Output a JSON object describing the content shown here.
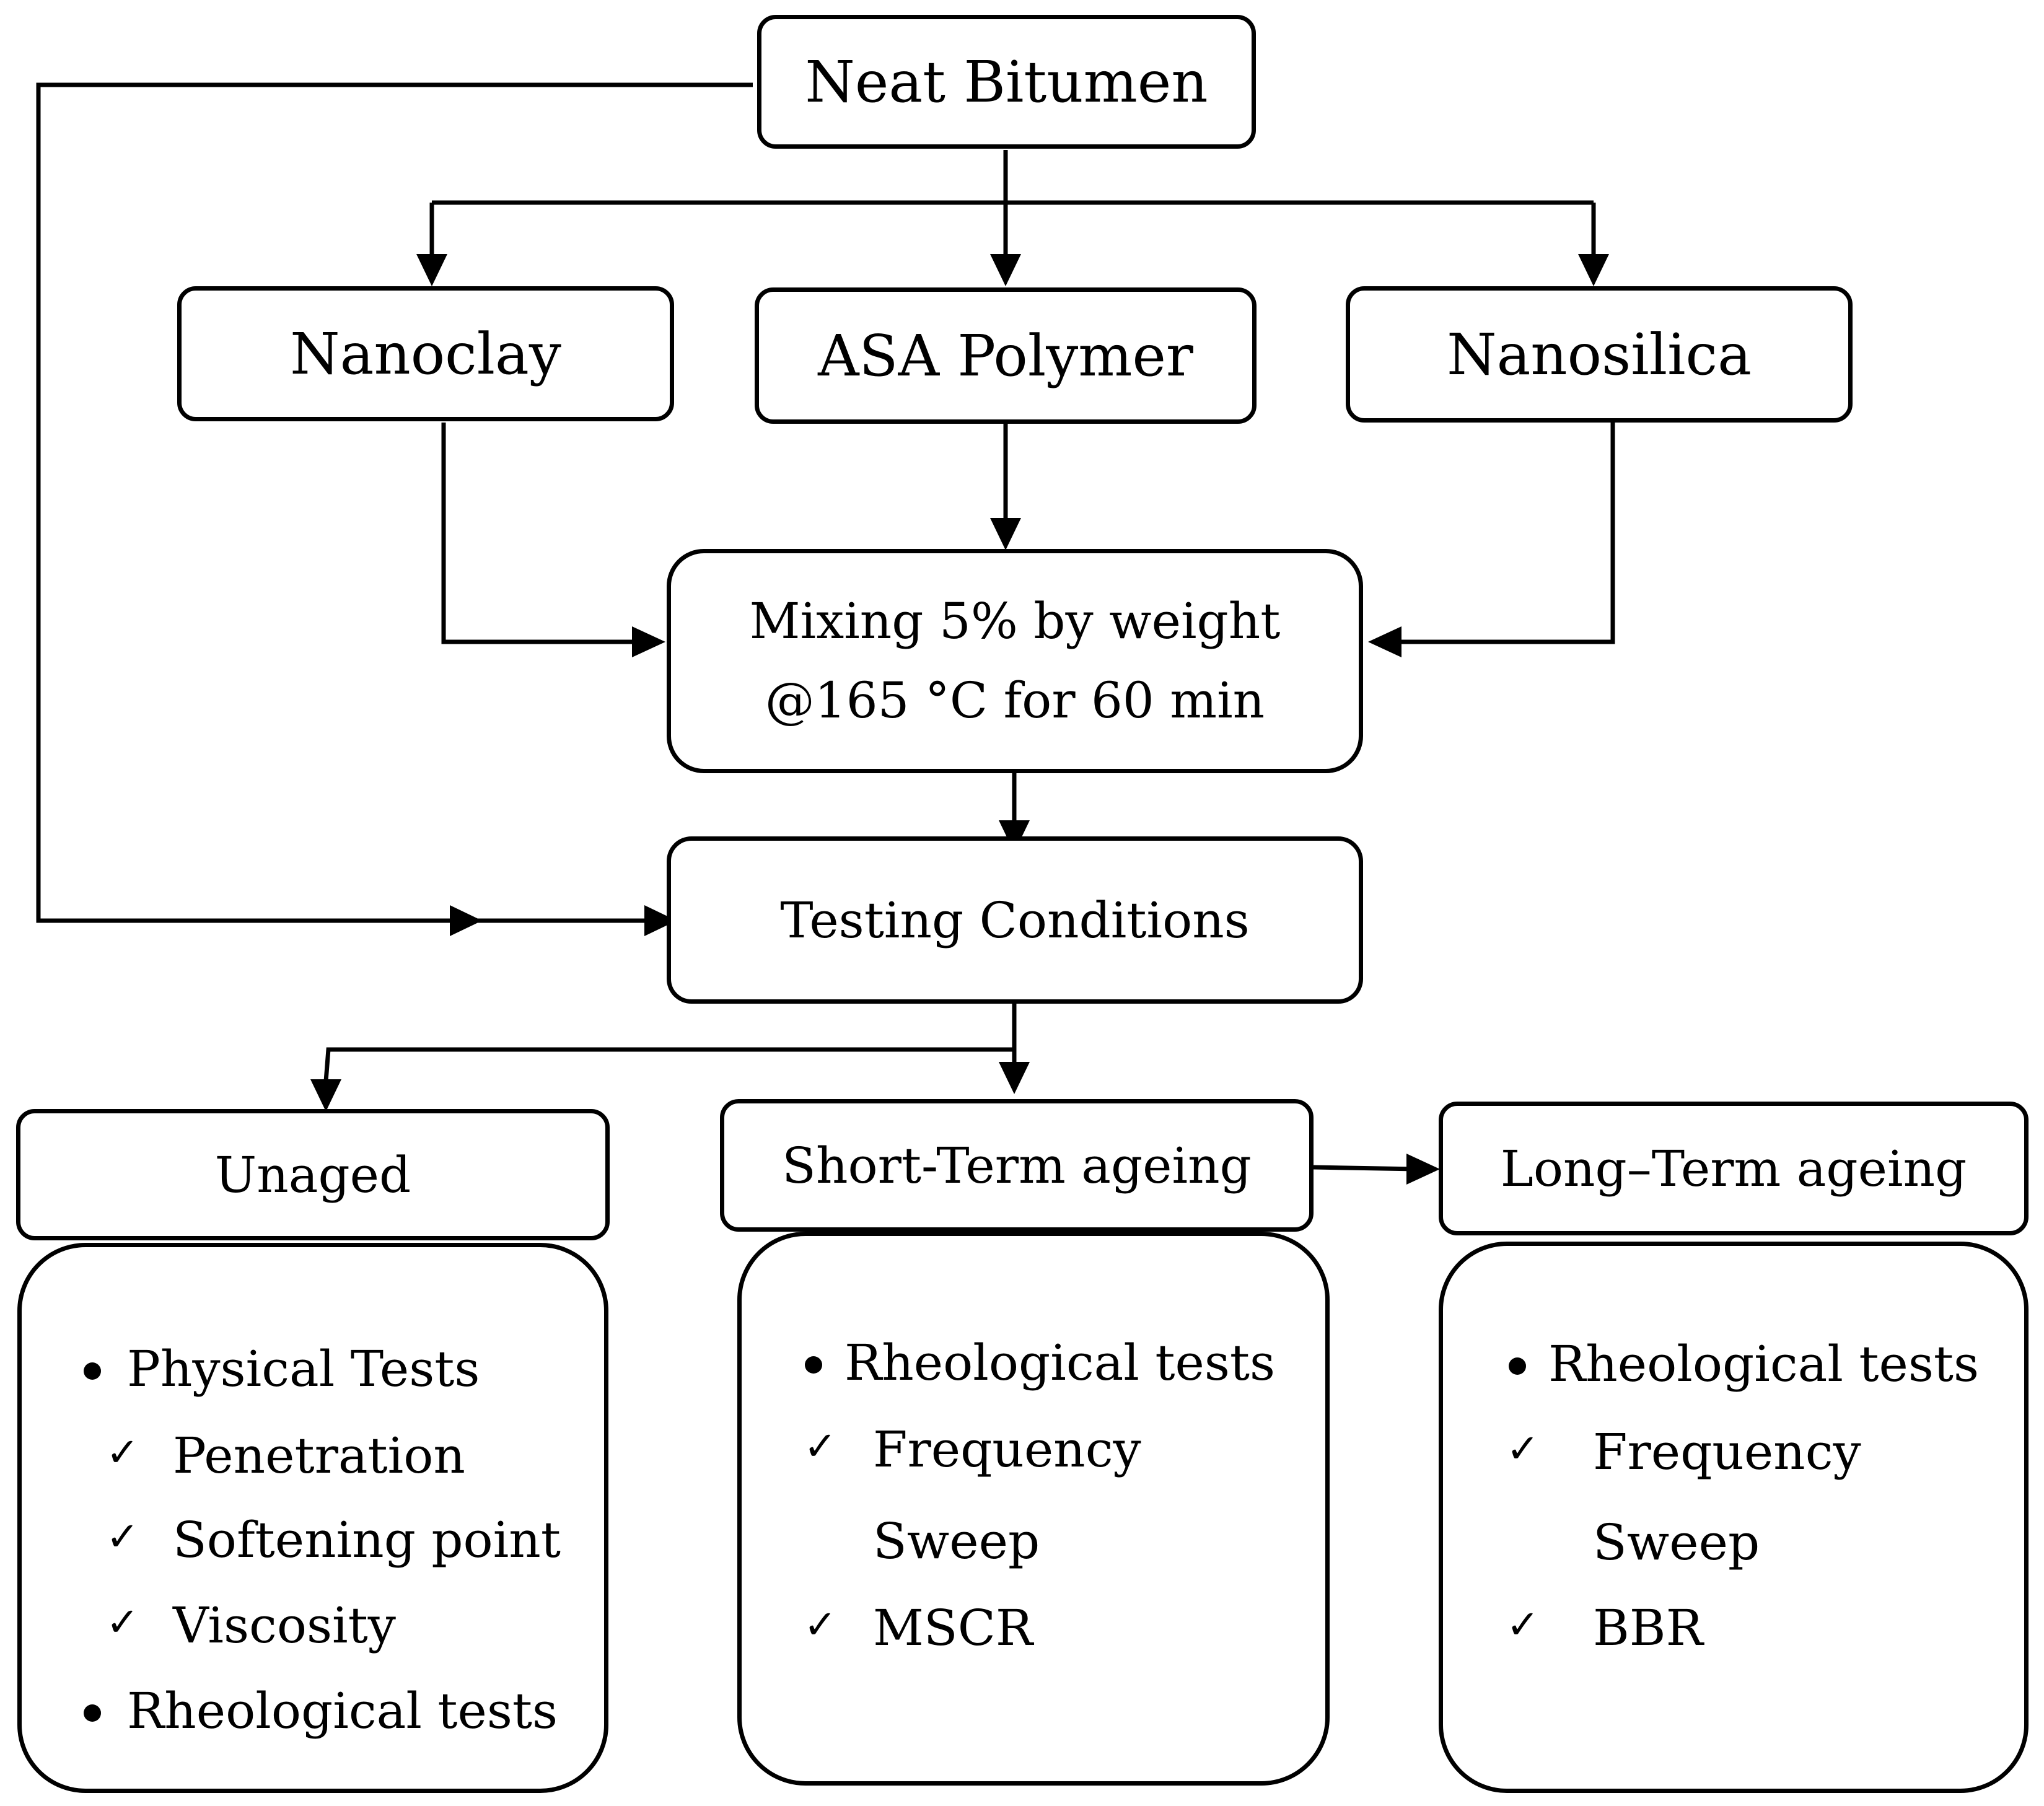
{
  "nodes": {
    "neat_bitumen": "Neat Bitumen",
    "nanoclay": "Nanoclay",
    "asa_polymer": "ASA Polymer",
    "nanosilica": "Nanosilica",
    "mixing_line1": "Mixing 5% by weight",
    "mixing_line2": "@165 °C for 60 min",
    "testing_conditions": "Testing Conditions",
    "unaged": "Unaged",
    "short_term": "Short-Term ageing",
    "long_term": "Long–Term ageing"
  },
  "unaged_tests": {
    "physical": "Physical Tests",
    "penetration": "Penetration",
    "softening": "Softening point",
    "viscosity": "Viscosity",
    "rheological": "Rheological tests"
  },
  "short_term_tests": {
    "rheological": "Rheological tests",
    "frequency": "Frequency",
    "sweep": "Sweep",
    "mscr": "MSCR"
  },
  "long_term_tests": {
    "rheological": "Rheological tests",
    "frequency": "Frequency",
    "sweep": "Sweep",
    "bbr": "BBR"
  },
  "icons": {
    "bullet": "bullet-icon",
    "check": "check-icon",
    "check_glyph": "✓"
  }
}
